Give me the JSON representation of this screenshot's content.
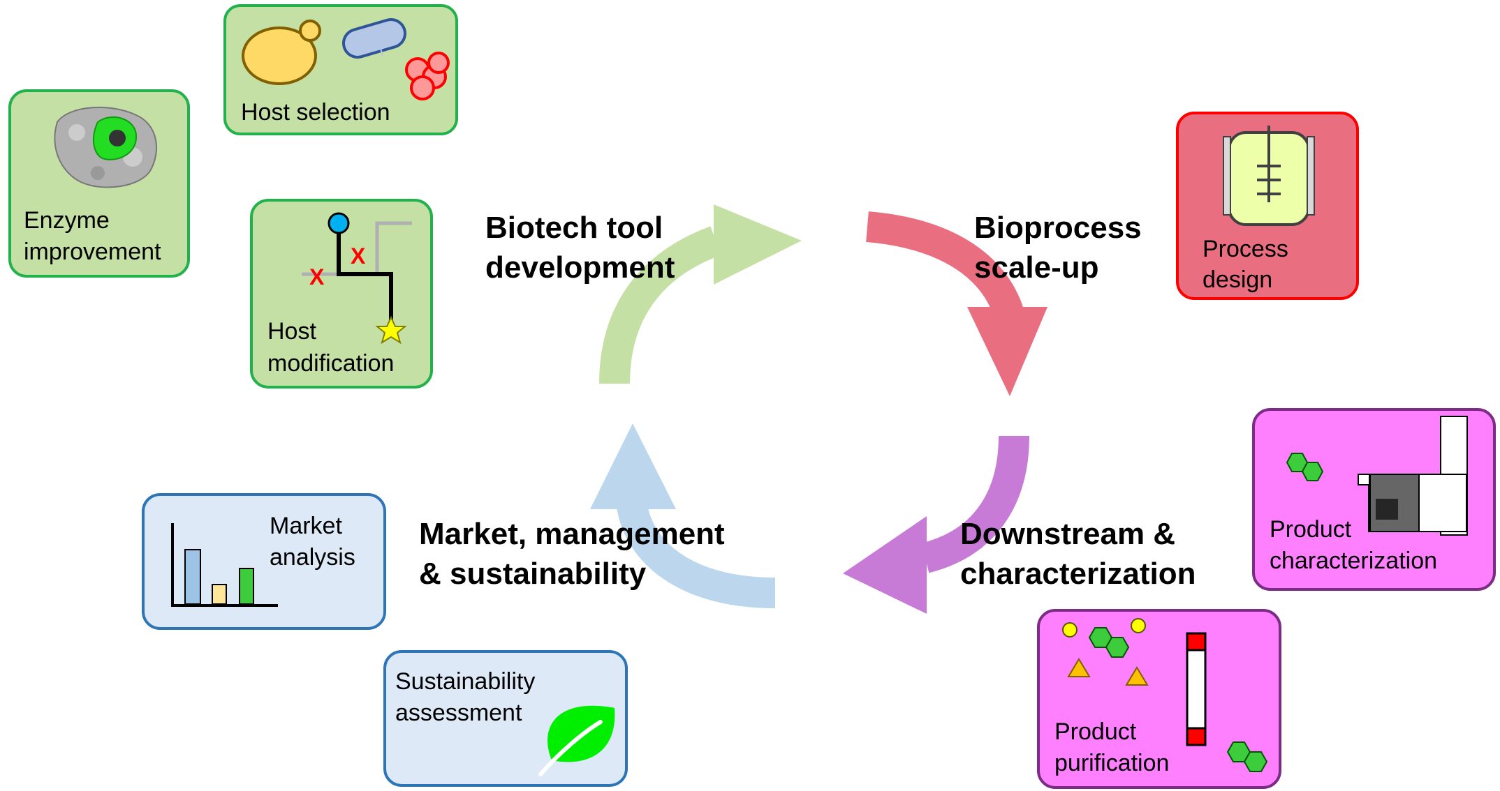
{
  "stages": {
    "biotech": {
      "line1": "Biotech tool",
      "line2": "development",
      "color": "#c5e0a5"
    },
    "bioprocess": {
      "line1": "Bioprocess",
      "line2": "scale-up",
      "color": "#e96e80"
    },
    "downstream": {
      "line1": "Downstream &",
      "line2": "characterization",
      "color": "#c77ad6"
    },
    "market": {
      "line1": "Market, management",
      "line2": "& sustainability",
      "color": "#bcd6ee"
    }
  },
  "boxes": {
    "host_selection": {
      "line1": "Host selection"
    },
    "enzyme_improvement": {
      "line1": "Enzyme",
      "line2": "improvement"
    },
    "host_modification": {
      "line1": "Host",
      "line2": "modification",
      "mark1": "X",
      "mark2": "X"
    },
    "process_design": {
      "line1": "Process",
      "line2": "design"
    },
    "product_characterization": {
      "line1": "Product",
      "line2": "characterization"
    },
    "product_purification": {
      "line1": "Product",
      "line2": "purification"
    },
    "market_analysis": {
      "line1": "Market",
      "line2": "analysis"
    },
    "sustainability_assessment": {
      "line1": "Sustainability",
      "line2": "assessment"
    }
  },
  "colors": {
    "green_box_fill": "#c5e0a5",
    "green_box_border": "#22b14c",
    "red_box_fill": "#e96e80",
    "red_box_border": "#ff0000",
    "magenta_box_fill": "#ff80ff",
    "magenta_box_border": "#7b2d86",
    "blue_box_fill": "#dde9f6",
    "blue_box_border": "#2e75b6"
  }
}
